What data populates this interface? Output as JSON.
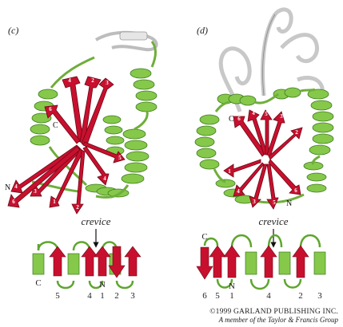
{
  "panels": {
    "left": {
      "label": "(c)",
      "structure_labels": {
        "c_term": "C",
        "n_term": "N"
      },
      "strand_numbers": [
        "4",
        "2",
        "3",
        "6",
        "5",
        "4",
        "1",
        "2",
        "3",
        "4",
        "6"
      ],
      "topology": {
        "crevice_label": "crevice",
        "top_labels": [],
        "bottom_labels": [
          "C",
          "5",
          "4",
          "N",
          "1",
          "2",
          "3"
        ]
      }
    },
    "right": {
      "label": "(d)",
      "structure_labels": {
        "c_term": "C",
        "n_term": "N"
      },
      "strand_numbers": [
        "6",
        "4",
        "5",
        "3",
        "2",
        "1",
        "4",
        "3",
        "5",
        "6"
      ],
      "topology": {
        "crevice_label": "crevice",
        "top_labels": [
          "C"
        ],
        "bottom_labels": [
          "6",
          "5",
          "N",
          "1",
          "4",
          "2",
          "3"
        ]
      }
    }
  },
  "credit": {
    "copyright": "©1999 GARLAND PUBLISHING INC.",
    "member": "A member of the Taylor & Francis Group"
  },
  "colors": {
    "strand": "#c8102e",
    "strand_dark": "#7d0a1c",
    "helix": "#86c84a",
    "helix_dark": "#4f8a26",
    "coil_gray": "#cfcfcf"
  }
}
